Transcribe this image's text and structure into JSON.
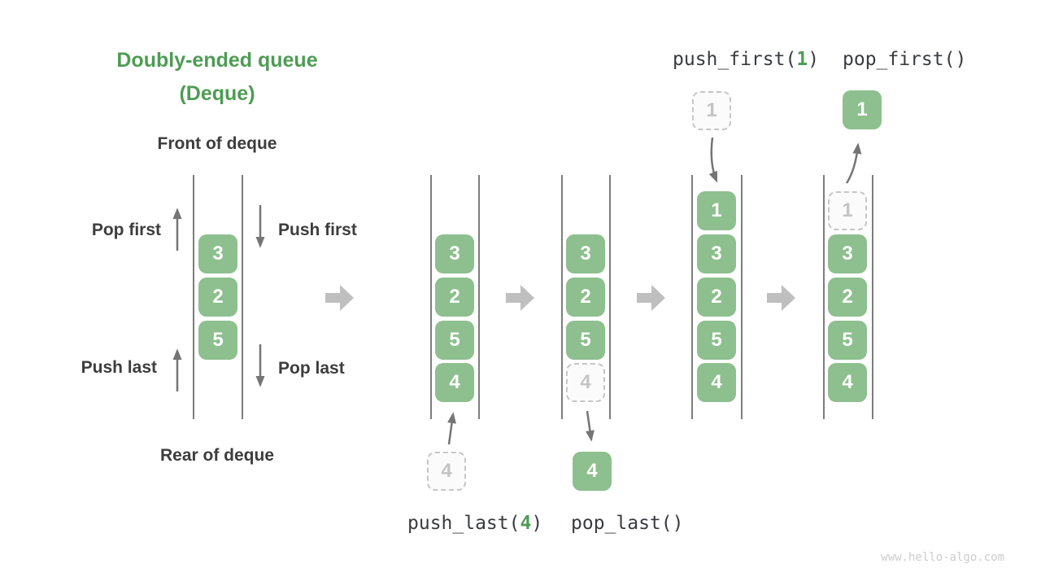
{
  "title": {
    "line1": "Doubly-ended queue",
    "line2": "(Deque)"
  },
  "deque_labels": {
    "front": "Front of deque",
    "rear": "Rear of deque",
    "pop_first": "Pop first",
    "push_first": "Push first",
    "push_last": "Push last",
    "pop_last": "Pop last"
  },
  "main_deque": {
    "boxes": [
      "3",
      "2",
      "5"
    ]
  },
  "stages": [
    {
      "operation": {
        "prefix": "push_last(",
        "arg": "4",
        "suffix": ")"
      },
      "boxes": [
        "3",
        "2",
        "5",
        "4"
      ],
      "incoming_box": "4",
      "incoming_box_style": "dashed",
      "incoming_position": "below"
    },
    {
      "operation": {
        "prefix": "pop_last(",
        "arg": "",
        "suffix": ")"
      },
      "boxes": [
        "3",
        "2",
        "5"
      ],
      "ghost_box": "4",
      "outgoing_box": "4",
      "outgoing_box_style": "solid",
      "outgoing_position": "below"
    },
    {
      "operation": {
        "prefix": "push_first(",
        "arg": "1",
        "suffix": ")"
      },
      "boxes": [
        "1",
        "3",
        "2",
        "5",
        "4"
      ],
      "incoming_box": "1",
      "incoming_box_style": "dashed",
      "incoming_position": "above"
    },
    {
      "operation": {
        "prefix": "pop_first(",
        "arg": "",
        "suffix": ")"
      },
      "boxes": [
        "3",
        "2",
        "5",
        "4"
      ],
      "ghost_box": "1",
      "outgoing_box": "1",
      "outgoing_box_style": "solid",
      "outgoing_position": "above"
    }
  ],
  "watermark": "www.hello-algo.com",
  "colors": {
    "box_green": "#8ebf8e",
    "title_green": "#4e9c54",
    "code_arg_green": "#4e9c54",
    "dashed_border_gray": "#c6c6c6",
    "thin_arrow_gray": "#757575",
    "transition_arrow_gray": "#bfbfbf",
    "wall_gray": "#7d7d7d",
    "label_dark": "#3d3d3d",
    "code_dark": "#393c3f",
    "watermark_gray": "#cccccc"
  }
}
